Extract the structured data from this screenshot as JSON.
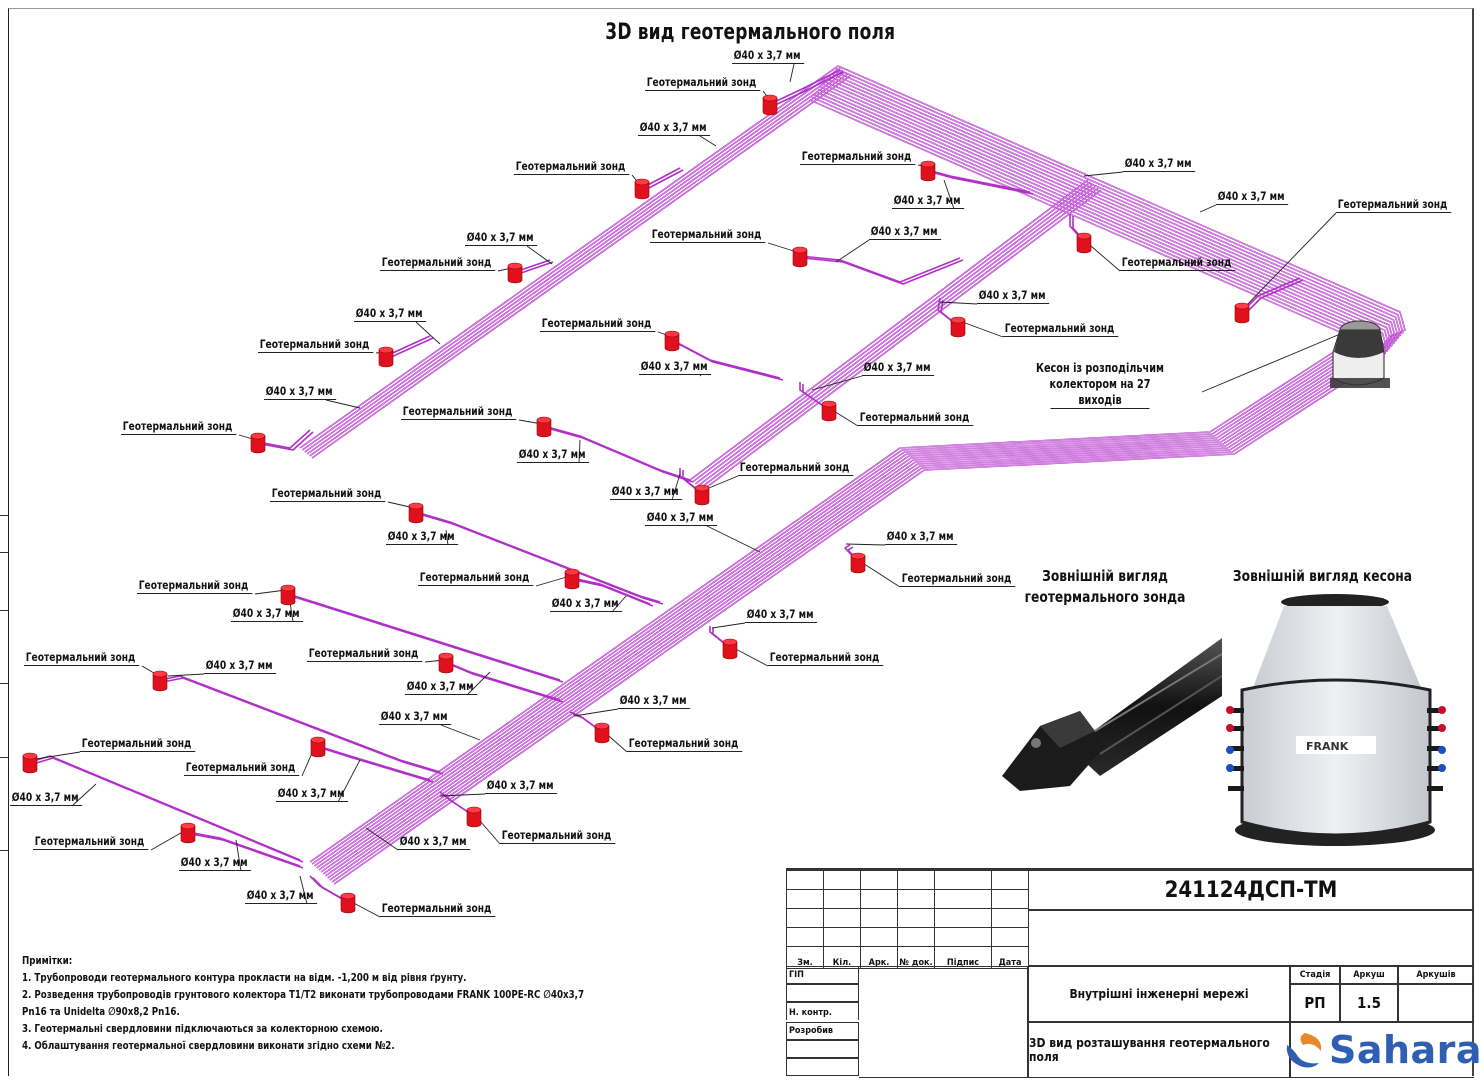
{
  "title": "3D вид геотермального поля",
  "pipe_color": "#b12fc9",
  "probe_color": "#e0101c",
  "labels": {
    "probe": "Геотермальний зонд",
    "pipe": "Ø40 x 3,7 мм"
  },
  "probe_labels": [
    {
      "text": "Геотермальний зонд"
    },
    {
      "text": "Геотермальний зонд"
    },
    {
      "text": "Геотермальний зонд"
    },
    {
      "text": "Геотермальний зонд"
    },
    {
      "text": "Геотермальний зонд"
    },
    {
      "text": "Геотермальний зонд"
    },
    {
      "text": "Геотермальний зонд"
    },
    {
      "text": "Геотермальний зонд"
    },
    {
      "text": "Геотермальний зонд"
    },
    {
      "text": "Геотермальний зонд"
    },
    {
      "text": "Геотермальний зонд"
    },
    {
      "text": "Геотермальний зонд"
    },
    {
      "text": "Геотермальний зонд"
    },
    {
      "text": "Геотермальний зонд"
    },
    {
      "text": "Геотермальний зонд"
    },
    {
      "text": "Геотермальний зонд"
    },
    {
      "text": "Геотермальний зонд"
    },
    {
      "text": "Геотермальний зонд"
    },
    {
      "text": "Геотермальний зонд"
    },
    {
      "text": "Геотермальний зонд"
    },
    {
      "text": "Геотермальний зонд"
    },
    {
      "text": "Геотермальний зонд"
    },
    {
      "text": "Геотермальний зонд"
    },
    {
      "text": "Геотермальний зонд"
    },
    {
      "text": "Геотермальний зонд"
    },
    {
      "text": "Геотермальний зонд"
    },
    {
      "text": "Геотермальний зонд"
    }
  ],
  "pipe_labels": [
    {
      "text": "Ø40 x 3,7 мм"
    },
    {
      "text": "Ø40 x 3,7 мм"
    },
    {
      "text": "Ø40 x 3,7 мм"
    },
    {
      "text": "Ø40 x 3,7 мм"
    },
    {
      "text": "Ø40 x 3,7 мм"
    },
    {
      "text": "Ø40 x 3,7 мм"
    },
    {
      "text": "Ø40 x 3,7 мм"
    },
    {
      "text": "Ø40 x 3,7 мм"
    },
    {
      "text": "Ø40 x 3,7 мм"
    },
    {
      "text": "Ø40 x 3,7 мм"
    },
    {
      "text": "Ø40 x 3,7 мм"
    },
    {
      "text": "Ø40 x 3,7 мм"
    },
    {
      "text": "Ø40 x 3,7 мм"
    },
    {
      "text": "Ø40 x 3,7 мм"
    },
    {
      "text": "Ø40 x 3,7 мм"
    },
    {
      "text": "Ø40 x 3,7 мм"
    },
    {
      "text": "Ø40 x 3,7 мм"
    },
    {
      "text": "Ø40 x 3,7 мм"
    },
    {
      "text": "Ø40 x 3,7 мм"
    },
    {
      "text": "Ø40 x 3,7 мм"
    },
    {
      "text": "Ø40 x 3,7 мм"
    },
    {
      "text": "Ø40 x 3,7 мм"
    },
    {
      "text": "Ø40 x 3,7 мм"
    },
    {
      "text": "Ø40 x 3,7 мм"
    },
    {
      "text": "Ø40 x 3,7 мм"
    },
    {
      "text": "Ø40 x 3,7 мм"
    },
    {
      "text": "Ø40 x 3,7 мм"
    },
    {
      "text": "Ø40 x 3,7 мм"
    },
    {
      "text": "Ø40 x 3,7 мм"
    }
  ],
  "caisson_label": "Кесон із розподільчим колектором на 27 виходів",
  "caisson_label_line1": "Кесон із розподільчим колектором на 27",
  "caisson_label_line2": "виходів",
  "probe_view_caption_line1": "Зовнішній вигляд",
  "probe_view_caption_line2": "геотермального зонда",
  "caisson_view_caption": "Зовнішній вигляд кесона",
  "caisson_brand": "FRANK",
  "notes": {
    "heading": "Примітки:",
    "items": [
      "1.  Трубопроводи геотермального контура прокласти на відм. -1,200 м від рівня ґрунту.",
      "2. Розведення трубопроводів грунтового колектора  Т1/Т2 виконати трубопроводами  FRANK 100PE-RC ∅40x3,7",
      "Pn16 та Unidelta ∅90x8,2 Pn16.",
      "3. Геотермальні свердловини підключаються за колекторною схемою.",
      "4. Облаштування геотермальної свердловини виконати згідно схеми №2."
    ]
  },
  "title_block": {
    "doc_code": "241124ДСП-ТМ",
    "rev_headers": [
      "Зм.",
      "Кіл.",
      "Арк.",
      "№ док.",
      "Підпис",
      "Дата"
    ],
    "roles": [
      "ГІП",
      "",
      "Н. контр.",
      "Розробив",
      "",
      ""
    ],
    "section": "Внутрішні інженерні мережі",
    "sheet_title": "3D вид розташування геотермального поля",
    "stage_header": "Стадія",
    "sheet_header": "Аркуш",
    "sheets_header": "Аркушів",
    "stage": "РП",
    "sheet": "1.5",
    "sheets": "",
    "company": "Sahara",
    "logo_colors": {
      "orange": "#e8892b",
      "blue": "#2f5fb3"
    }
  }
}
